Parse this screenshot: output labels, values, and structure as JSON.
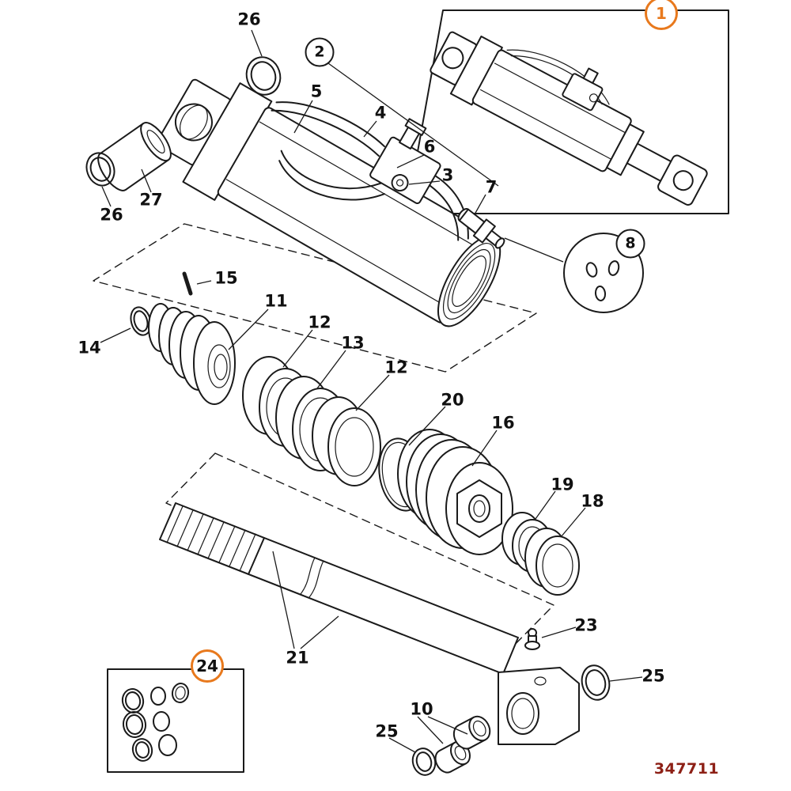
{
  "colors": {
    "accent": "#e8791d",
    "line": "#1a1a1a",
    "figure_number": "#8d2016",
    "background": "#ffffff"
  },
  "figure": {
    "number": "347711"
  },
  "callouts": [
    {
      "id": "callout-26-a",
      "label": "26",
      "style": "plain"
    },
    {
      "id": "callout-2",
      "label": "2",
      "style": "circled"
    },
    {
      "id": "callout-5",
      "label": "5",
      "style": "plain"
    },
    {
      "id": "callout-4",
      "label": "4",
      "style": "plain"
    },
    {
      "id": "callout-6",
      "label": "6",
      "style": "plain"
    },
    {
      "id": "callout-3",
      "label": "3",
      "style": "plain"
    },
    {
      "id": "callout-7",
      "label": "7",
      "style": "plain"
    },
    {
      "id": "callout-27",
      "label": "27",
      "style": "plain"
    },
    {
      "id": "callout-26-b",
      "label": "26",
      "style": "plain"
    },
    {
      "id": "callout-1",
      "label": "1",
      "style": "accent-circle"
    },
    {
      "id": "callout-8",
      "label": "8",
      "style": "circled"
    },
    {
      "id": "callout-15",
      "label": "15",
      "style": "plain"
    },
    {
      "id": "callout-11",
      "label": "11",
      "style": "plain"
    },
    {
      "id": "callout-12-a",
      "label": "12",
      "style": "plain"
    },
    {
      "id": "callout-13",
      "label": "13",
      "style": "plain"
    },
    {
      "id": "callout-12-b",
      "label": "12",
      "style": "plain"
    },
    {
      "id": "callout-14",
      "label": "14",
      "style": "plain"
    },
    {
      "id": "callout-20",
      "label": "20",
      "style": "plain"
    },
    {
      "id": "callout-16",
      "label": "16",
      "style": "plain"
    },
    {
      "id": "callout-19",
      "label": "19",
      "style": "plain"
    },
    {
      "id": "callout-18",
      "label": "18",
      "style": "plain"
    },
    {
      "id": "callout-21",
      "label": "21",
      "style": "plain"
    },
    {
      "id": "callout-23",
      "label": "23",
      "style": "plain"
    },
    {
      "id": "callout-25-a",
      "label": "25",
      "style": "plain"
    },
    {
      "id": "callout-24",
      "label": "24",
      "style": "accent-circle"
    },
    {
      "id": "callout-10",
      "label": "10",
      "style": "plain"
    },
    {
      "id": "callout-25-b",
      "label": "25",
      "style": "plain"
    }
  ]
}
